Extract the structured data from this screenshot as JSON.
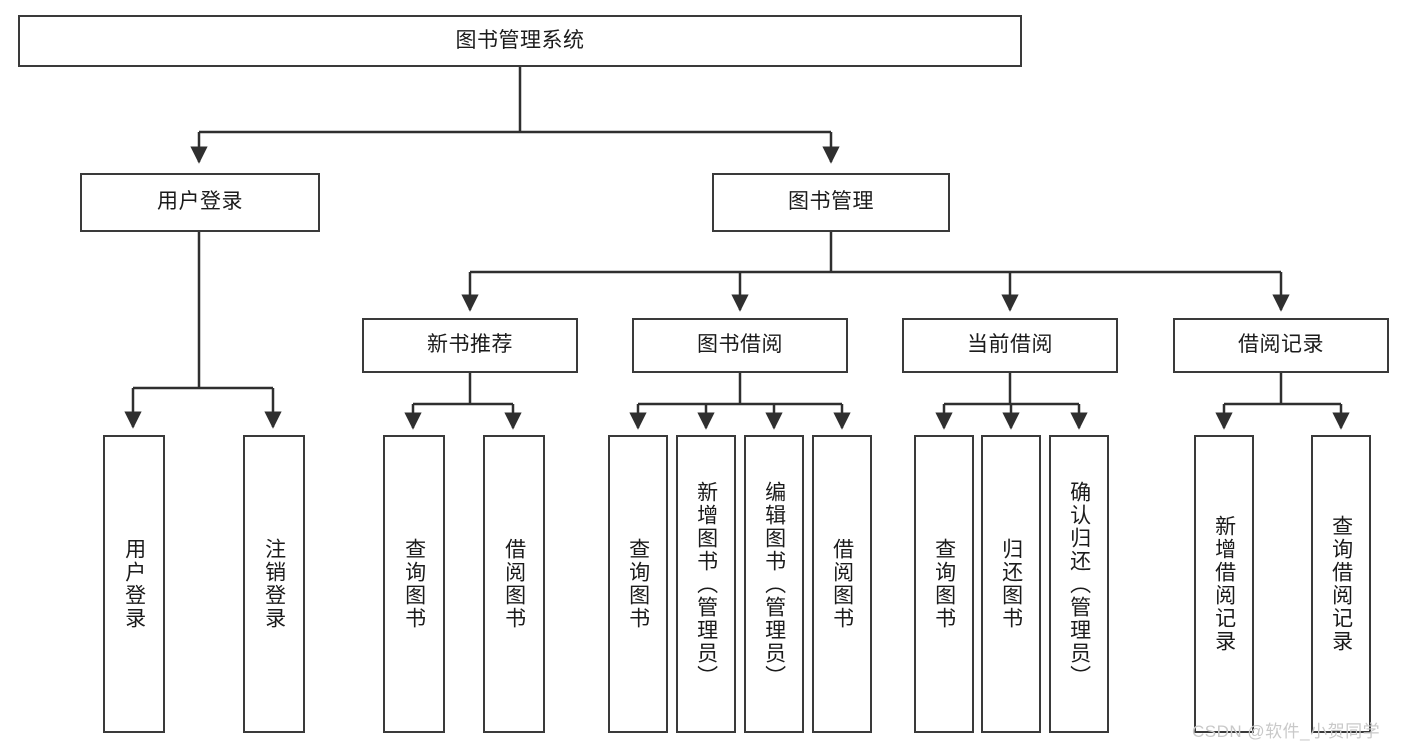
{
  "diagram": {
    "title_node": {
      "label": "图书管理系统"
    },
    "level2": [
      {
        "id": "user-login",
        "label": "用户登录"
      },
      {
        "id": "book-management",
        "label": "图书管理"
      }
    ],
    "level3": [
      {
        "id": "new-book-recommend",
        "label": "新书推荐"
      },
      {
        "id": "book-borrow",
        "label": "图书借阅"
      },
      {
        "id": "current-borrow",
        "label": "当前借阅"
      },
      {
        "id": "borrow-record",
        "label": "借阅记录"
      }
    ],
    "leaves": {
      "user_login": [
        {
          "id": "leaf-user-login",
          "label": "用户登录"
        },
        {
          "id": "leaf-logout-login",
          "label": "注销登录"
        }
      ],
      "new_book_recommend": [
        {
          "id": "leaf-query-book-1",
          "label": "查询图书"
        },
        {
          "id": "leaf-borrow-book-1",
          "label": "借阅图书"
        }
      ],
      "book_borrow": [
        {
          "id": "leaf-query-book-2",
          "label": "查询图书"
        },
        {
          "id": "leaf-add-book",
          "label": "新增图书（管理员）"
        },
        {
          "id": "leaf-edit-book",
          "label": "编辑图书（管理员）"
        },
        {
          "id": "leaf-borrow-book-2",
          "label": "借阅图书"
        }
      ],
      "current_borrow": [
        {
          "id": "leaf-query-book-3",
          "label": "查询图书"
        },
        {
          "id": "leaf-return-book",
          "label": "归还图书"
        },
        {
          "id": "leaf-confirm-return",
          "label": "确认归还（管理员）"
        }
      ],
      "borrow_record": [
        {
          "id": "leaf-add-record",
          "label": "新增借阅记录"
        },
        {
          "id": "leaf-query-record",
          "label": "查询借阅记录"
        }
      ]
    }
  },
  "watermark": {
    "text": "CSDN @软件_小贺同学"
  },
  "colors": {
    "node_border": "#3a3a3a",
    "node_fill": "#ffffff",
    "edge": "#2f2f2f",
    "text": "#1b1b1b",
    "watermark": "#c9c9c9"
  }
}
